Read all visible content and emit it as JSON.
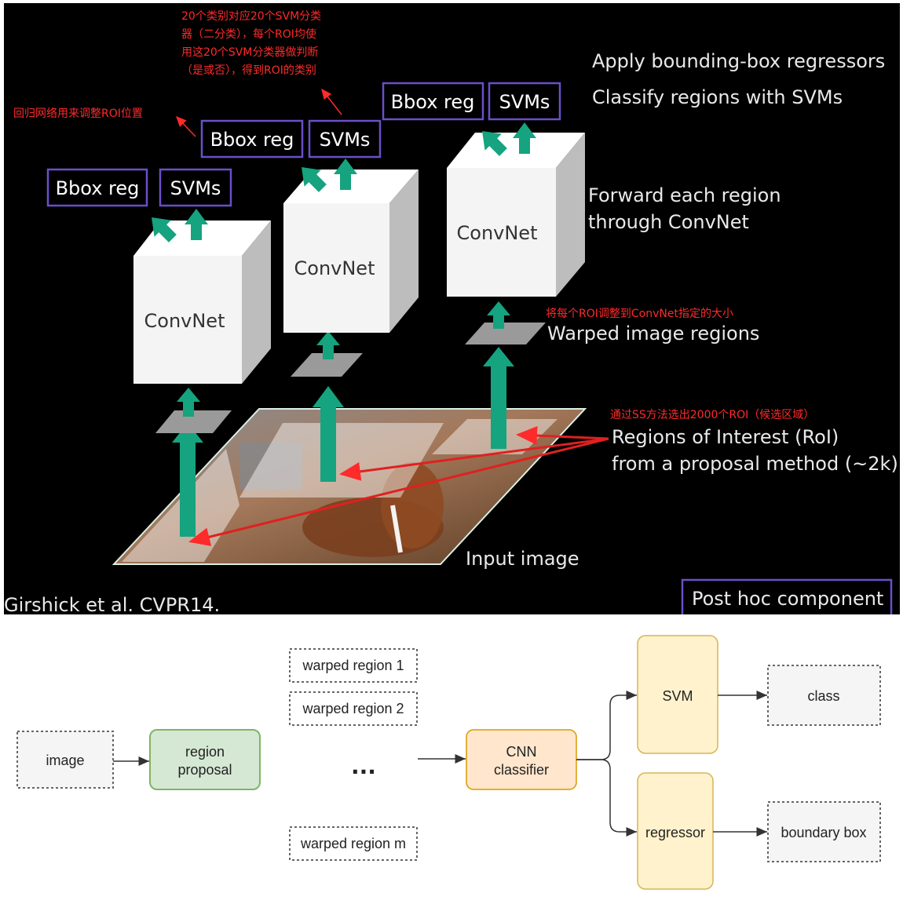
{
  "slide": {
    "header_lines": [
      "Apply bounding-box regressors",
      "Classify regions with SVMs"
    ],
    "forward_lines": [
      "Forward each region",
      "through ConvNet"
    ],
    "warped_label": "Warped image regions",
    "roi_lines": [
      "Regions of Interest (RoI)",
      "from a proposal method (~2k)"
    ],
    "input_label": "Input image",
    "citation": "Girshick et al. CVPR14.",
    "post_hoc": "Post hoc component",
    "networks": [
      {
        "convnet": "ConvNet",
        "bbox": "Bbox reg",
        "svms": "SVMs"
      },
      {
        "convnet": "ConvNet",
        "bbox": "Bbox reg",
        "svms": "SVMs"
      },
      {
        "convnet": "ConvNet",
        "bbox": "Bbox reg",
        "svms": "SVMs"
      }
    ],
    "annotations": {
      "svm_note": [
        "20个类别对应20个SVM分类",
        "器（二分类），每个ROI均使",
        "用这20个SVM分类器做判断",
        "（是或否），得到ROI的类别"
      ],
      "bbox_note": "回归网络用来调整ROI位置",
      "resize_note": "将每个ROI调整到ConvNet指定的大小",
      "ss_note": "通过SS方法选出2000个ROI（候选区域）"
    },
    "colors": {
      "background": "#000000",
      "arrow": "#16a37f",
      "box_border": "#6a4fc8",
      "annotation": "#ff2a2a"
    }
  },
  "flowchart": {
    "image": "image",
    "region_proposal": [
      "region",
      "proposal"
    ],
    "warped": [
      "warped region 1",
      "warped region 2",
      "...",
      "warped region m"
    ],
    "cnn": [
      "CNN",
      "classifier"
    ],
    "svm": "SVM",
    "regressor": "regressor",
    "class": "class",
    "boundary_box": "boundary box",
    "colors": {
      "green": "#d5e8d4",
      "orange": "#ffe6cc",
      "yellow": "#fff2cc",
      "gray": "#f5f5f5"
    }
  }
}
